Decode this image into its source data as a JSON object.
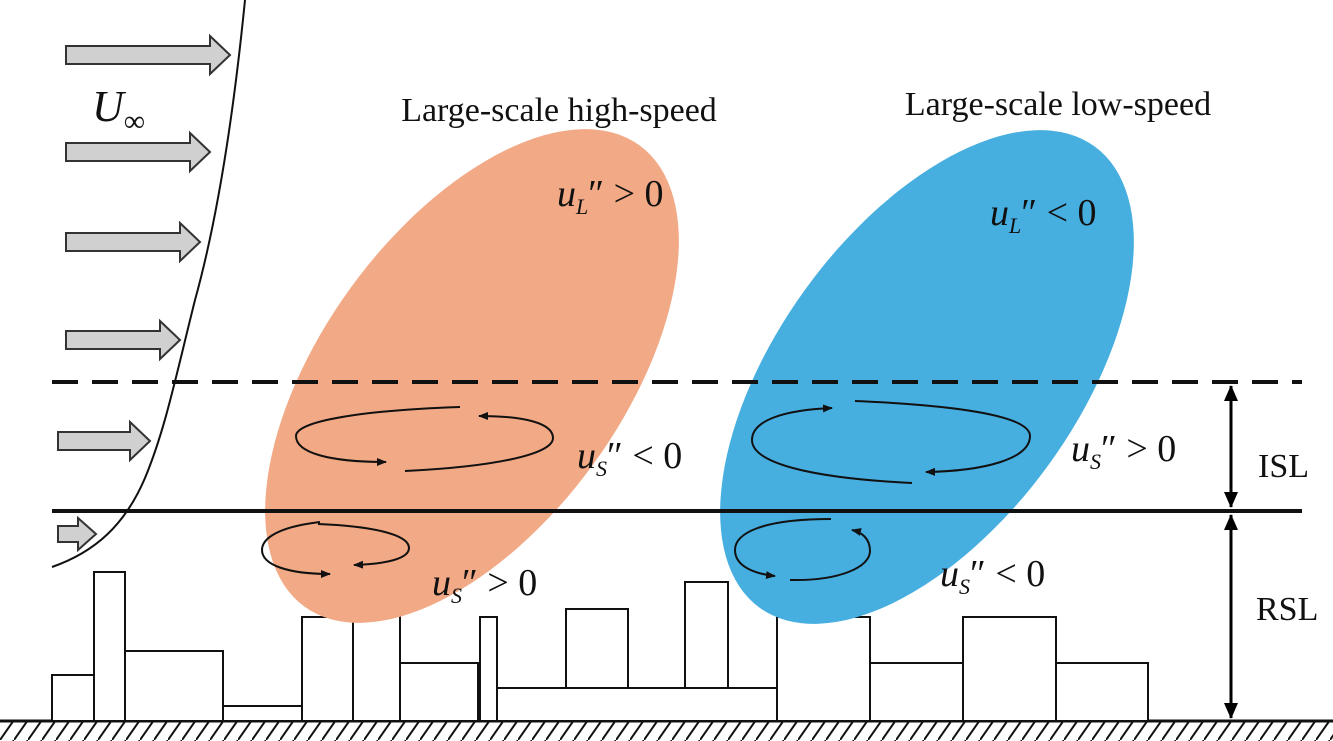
{
  "free_stream": {
    "symbol": "U",
    "subscript": "∞"
  },
  "structures": {
    "high_speed": {
      "title": "Large-scale high-speed",
      "color": "#f2a985",
      "large_scale_label": {
        "var": "u",
        "sub": "L",
        "rel": "″ > 0"
      },
      "isl_label": {
        "var": "u",
        "sub": "S",
        "rel": "″ < 0"
      },
      "rsl_label": {
        "var": "u",
        "sub": "S",
        "rel": "″ > 0"
      }
    },
    "low_speed": {
      "title": "Large-scale low-speed",
      "color": "#47aee0",
      "large_scale_label": {
        "var": "u",
        "sub": "L",
        "rel": "″ < 0"
      },
      "isl_label": {
        "var": "u",
        "sub": "S",
        "rel": "″ > 0"
      },
      "rsl_label": {
        "var": "u",
        "sub": "S",
        "rel": "″ < 0"
      }
    }
  },
  "layers": {
    "isl": "ISL",
    "rsl": "RSL"
  },
  "colors": {
    "line": "#111111",
    "arrow_fill": "#d0d0d0",
    "arrow_stroke": "#333333"
  }
}
